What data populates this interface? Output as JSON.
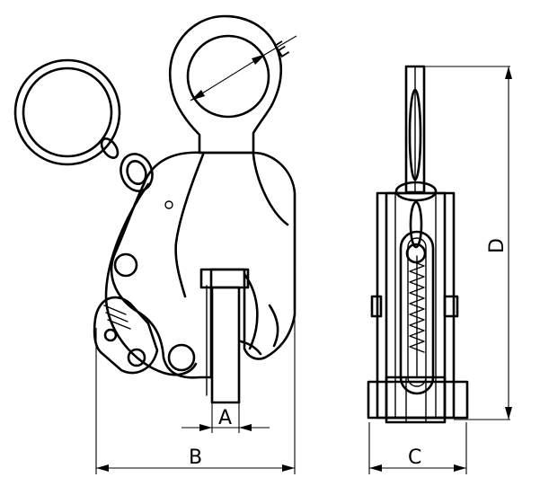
{
  "labels": {
    "a": "A",
    "b": "B",
    "c": "C",
    "d": "D",
    "e": "E"
  }
}
